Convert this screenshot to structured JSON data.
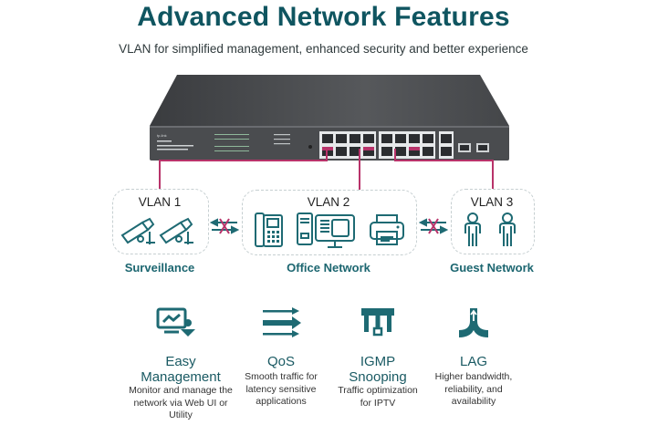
{
  "header": {
    "title": "Advanced Network Features",
    "subtitle": "VLAN for simplified management, enhanced security and better experience"
  },
  "colors": {
    "brand_teal": "#0f5560",
    "icon_teal": "#1e6a73",
    "wire_magenta": "#b8336a"
  },
  "vlans": [
    {
      "label": "VLAN 1",
      "network": "Surveillance",
      "icons": [
        "security-camera-icon",
        "security-camera-icon"
      ]
    },
    {
      "label": "VLAN 2",
      "network": "Office Network",
      "icons": [
        "ip-phone-icon",
        "desktop-computer-icon",
        "printer-icon"
      ]
    },
    {
      "label": "VLAN 3",
      "network": "Guest Network",
      "icons": [
        "person-icon",
        "person-icon"
      ]
    }
  ],
  "features": [
    {
      "title_lines": [
        "Easy",
        "Management"
      ],
      "desc_lines": [
        "Monitor and manage the",
        "network via Web UI or",
        "Utility"
      ],
      "icon": "monitor-management-icon"
    },
    {
      "title_lines": [
        "QoS"
      ],
      "desc_lines": [
        "Smooth traffic for",
        "latency sensitive",
        "applications"
      ],
      "icon": "qos-arrows-icon"
    },
    {
      "title_lines": [
        "IGMP",
        "Snooping"
      ],
      "desc_lines": [
        "Traffic optimization",
        "for IPTV"
      ],
      "icon": "igmp-multicast-icon"
    },
    {
      "title_lines": [
        "LAG"
      ],
      "desc_lines": [
        "Higher bandwidth,",
        "reliability, and",
        "availability"
      ],
      "icon": "lag-merge-icon"
    }
  ]
}
